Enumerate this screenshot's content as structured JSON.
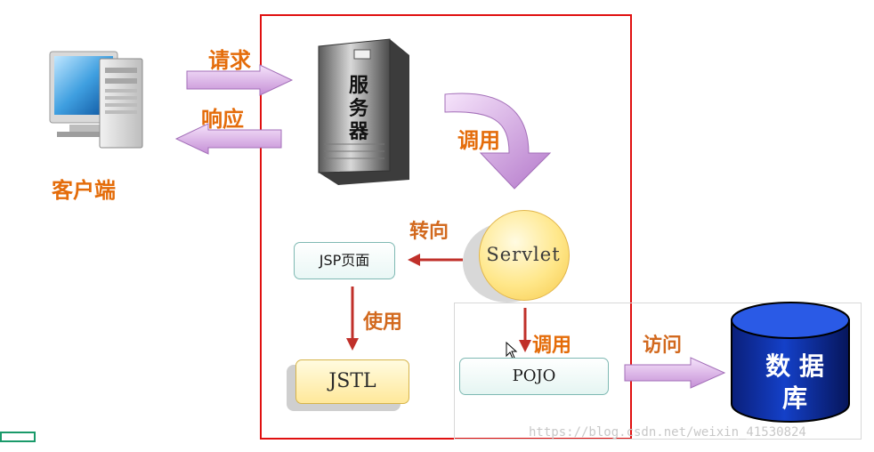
{
  "client": {
    "label": "客户端"
  },
  "arrows": {
    "request": "请求",
    "response": "响应",
    "invoke_servlet": "调用",
    "forward": "转向",
    "use": "使用",
    "invoke_pojo": "调用",
    "access": "访问"
  },
  "server": {
    "label_chars": [
      "服",
      "务",
      "器"
    ]
  },
  "components": {
    "servlet": "Servlet",
    "jsp": "JSP页面",
    "jstl": "JSTL",
    "pojo": "POJO"
  },
  "database": {
    "line1": "数 据",
    "line2": "库"
  },
  "watermark": "https://blog.csdn.net/weixin_41530824",
  "colors": {
    "frame": "#e01010",
    "label_orange": "#e46c0a",
    "arrow_purple": "#c58fd6",
    "arrow_red": "#c0302a",
    "db_blue": "#0a2a9a"
  }
}
